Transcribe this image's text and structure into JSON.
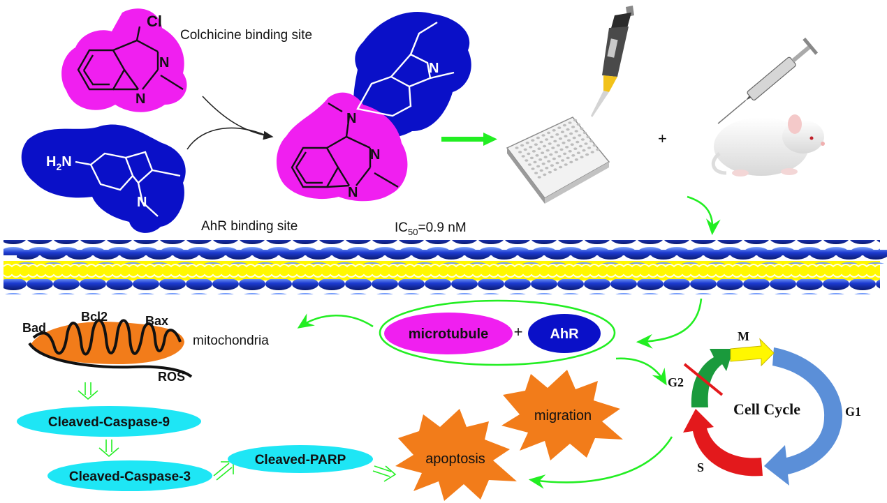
{
  "molecules": {
    "chloro_quinazoline": {
      "substituent": "Cl",
      "ring_atom_1": "N",
      "ring_atom_2": "N"
    },
    "amino_indole": {
      "substituent_text": "H",
      "substituent_sub": "2",
      "substituent_n": "N",
      "ring_atom": "N"
    },
    "product": {
      "linker_atom": "N",
      "ring_atom_1": "N",
      "ring_atom_2": "N",
      "indole_atom": "N"
    }
  },
  "labels": {
    "colchicine_site": "Colchicine binding site",
    "ahr_site": "AhR binding site",
    "ic50_prefix": "IC",
    "ic50_sub": "50",
    "ic50_value": "=0.9 nM",
    "plus_top": "+",
    "mitochondria": "mitochondria"
  },
  "targets": {
    "microtubule": "microtubule",
    "plus": "+",
    "ahr": "AhR"
  },
  "mito_proteins": {
    "bad": "Bad",
    "bcl2": "Bcl2",
    "bax": "Bax",
    "ros": "ROS"
  },
  "cascade": {
    "caspase9": "Cleaved-Caspase-9",
    "caspase3": "Cleaved-Caspase-3",
    "parp": "Cleaved-PARP"
  },
  "outcomes": {
    "apoptosis": "apoptosis",
    "migration": "migration"
  },
  "cell_cycle": {
    "title": "Cell Cycle",
    "m": "M",
    "g1": "G1",
    "s": "S",
    "g2": "G2"
  },
  "colors": {
    "magenta": "#f01ff0",
    "blue": "#0a10c8",
    "green": "#22ee22",
    "cyan": "#1ee6f5",
    "orange": "#f27c1a",
    "yellow": "#fff700",
    "cycle_blue": "#5b8fd8",
    "cycle_red": "#e3191c",
    "cycle_green": "#1a9a3c"
  }
}
